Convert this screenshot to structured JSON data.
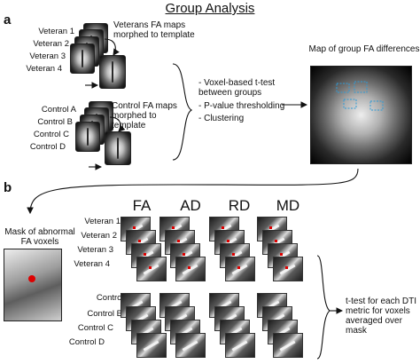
{
  "title": "Group Analysis",
  "panels": {
    "a": "a",
    "b": "b"
  },
  "veterans": [
    "Veteran 1",
    "Veteran 2",
    "Veteran 3",
    "Veteran 4"
  ],
  "controls_a": [
    "Control A",
    "Control B",
    "Control C",
    "Control D"
  ],
  "veteran_note": "Veterans FA maps morphed to template",
  "control_note": "Control FA maps morphed to template",
  "steps": [
    "- Voxel-based t-test between groups",
    "- P-value thresholding",
    "- Clustering"
  ],
  "map_title": "Map of group FA differences",
  "mask_title": "Mask of abnormal FA voxels",
  "metrics": [
    "FA",
    "AD",
    "RD",
    "MD"
  ],
  "ttest_note": "t-test for each DTI metric for voxels averaged over mask",
  "colors": {
    "ink": "#111111",
    "highlight": "#dd0000",
    "cluster": "#2f9bd6"
  }
}
